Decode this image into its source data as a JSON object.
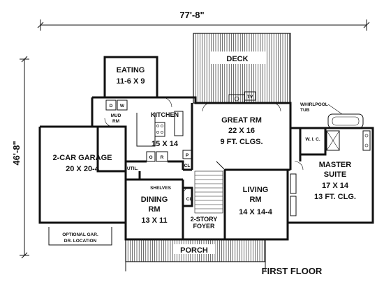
{
  "dimensions": {
    "width": "77'-8\"",
    "height": "46'-8\""
  },
  "floor_title": "FIRST FLOOR",
  "rooms": {
    "deck": "DECK",
    "eating": {
      "name": "EATING",
      "size": "11-6 X 9"
    },
    "mud": {
      "line1": "MUD",
      "line2": "RM"
    },
    "dryer": "D",
    "washer": "W",
    "kitchen": {
      "name": "KITCHEN",
      "size": "15 X 14"
    },
    "tv": "TV",
    "great": {
      "name": "GREAT RM",
      "size": "22 X 16",
      "note": "9 FT. CLGS."
    },
    "whirlpool": {
      "line1": "WHIRLPOOL",
      "line2": "TUB"
    },
    "wic": "W. I. C.",
    "garage": {
      "name": "2-CAR GARAGE",
      "size": "20 X 20-4"
    },
    "util": "UTIL.",
    "oven": "O",
    "refrigerator": "R",
    "pantry": "P",
    "closet": "CL",
    "shelves": "SHELVES",
    "master": {
      "line1": "MASTER",
      "line2": "SUITE",
      "size": "17 X 14",
      "note": "13 FT. CLG."
    },
    "living": {
      "name": "LIVING",
      "line2": "RM",
      "size": "14 X 14-4"
    },
    "dining": {
      "name": "DINING",
      "line2": "RM",
      "size": "13 X 11"
    },
    "closet2": "CL.",
    "foyer": {
      "line1": "2-STORY",
      "line2": "FOYER"
    },
    "optional": {
      "line1": "OPTIONAL GAR.",
      "line2": "DR. LOCATION"
    },
    "porch": "PORCH"
  }
}
